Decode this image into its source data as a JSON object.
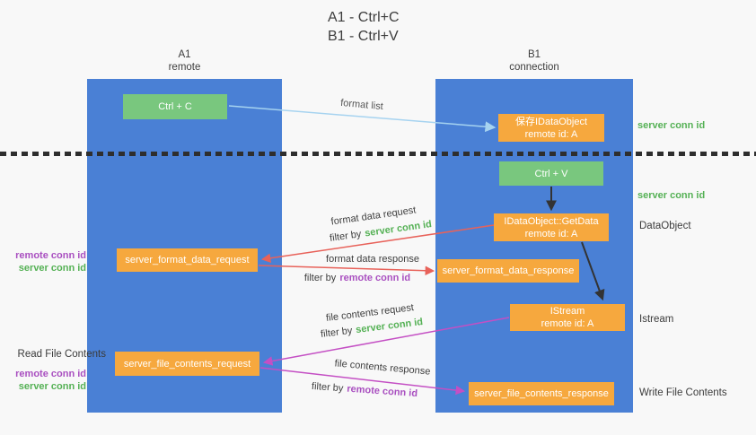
{
  "title": {
    "line1": "A1 - Ctrl+C",
    "line2": "B1 - Ctrl+V"
  },
  "lanes": {
    "a1": {
      "title": "A1",
      "subtitle": "remote"
    },
    "b1": {
      "title": "B1",
      "subtitle": "connection"
    }
  },
  "nodes": {
    "ctrl_c": {
      "label": "Ctrl + C"
    },
    "ctrl_v": {
      "label": "Ctrl + V"
    },
    "save_dataobject": {
      "line1": "保存IDataObject",
      "line2": "remote id: A"
    },
    "getdata": {
      "line1": "IDataObject::GetData",
      "line2": "remote id: A"
    },
    "istream": {
      "line1": "IStream",
      "line2": "remote id: A"
    },
    "format_request": {
      "label": "server_format_data_request"
    },
    "format_response": {
      "label": "server_format_data_response"
    },
    "file_request": {
      "label": "server_file_contents_request"
    },
    "file_response": {
      "label": "server_file_contents_response"
    }
  },
  "side_labels": {
    "server_conn_id_top": "server conn id",
    "server_conn_id_mid": "server conn id",
    "dataobject": "DataObject",
    "istream": "Istream",
    "write_file_contents": "Write File Contents",
    "read_file_contents": "Read File Contents",
    "left_top": {
      "remote": "remote conn id",
      "server": "server conn id"
    },
    "left_bottom": {
      "remote": "remote conn id",
      "server": "server conn id"
    }
  },
  "flow_labels": {
    "format_list": "format list",
    "format_data_request": "format data request",
    "format_data_response": "format data response",
    "file_contents_request": "file contents request",
    "file_contents_response": "file contents response",
    "filter_by": "filter by",
    "server_conn_id": "server conn id",
    "remote_conn_id": "remote conn id"
  },
  "colors": {
    "lane_blue": "#4a80d5",
    "node_green": "#79c77e",
    "node_orange": "#f6a83e",
    "accent_green": "#55b155",
    "accent_purple": "#a94fc0",
    "arrow_red": "#e8625a",
    "arrow_magenta": "#c44fc4",
    "arrow_blue": "#a6d3f0",
    "arrow_black": "#333333"
  }
}
